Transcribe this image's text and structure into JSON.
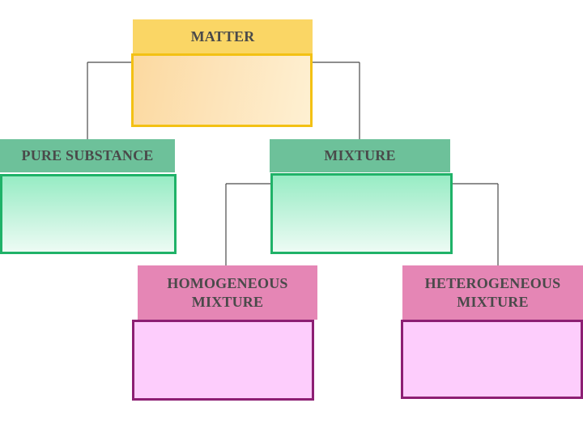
{
  "diagram": {
    "root": {
      "title": "MATTER",
      "header_color": "#fad665",
      "box_color": "#fde3b8",
      "border_color": "#f3c114"
    },
    "level2": [
      {
        "title": "PURE SUBSTANCE",
        "header_color": "#6dc19a",
        "box_color": "#c2f3dc",
        "border_color": "#1fb268"
      },
      {
        "title": "MIXTURE",
        "header_color": "#6dc19a",
        "box_color": "#c2f3dc",
        "border_color": "#1fb268"
      }
    ],
    "level3": [
      {
        "title_line1": "HOMOGENEOUS",
        "title_line2": "MIXTURE",
        "header_color": "#e586b5",
        "box_color": "#fdcdfc",
        "border_color": "#8d1f73"
      },
      {
        "title_line1": "HETEROGENEOUS",
        "title_line2": "MIXTURE",
        "header_color": "#e586b5",
        "box_color": "#fdcdfc",
        "border_color": "#8d1f73"
      }
    ],
    "connector_color": "#4a4a4a"
  }
}
